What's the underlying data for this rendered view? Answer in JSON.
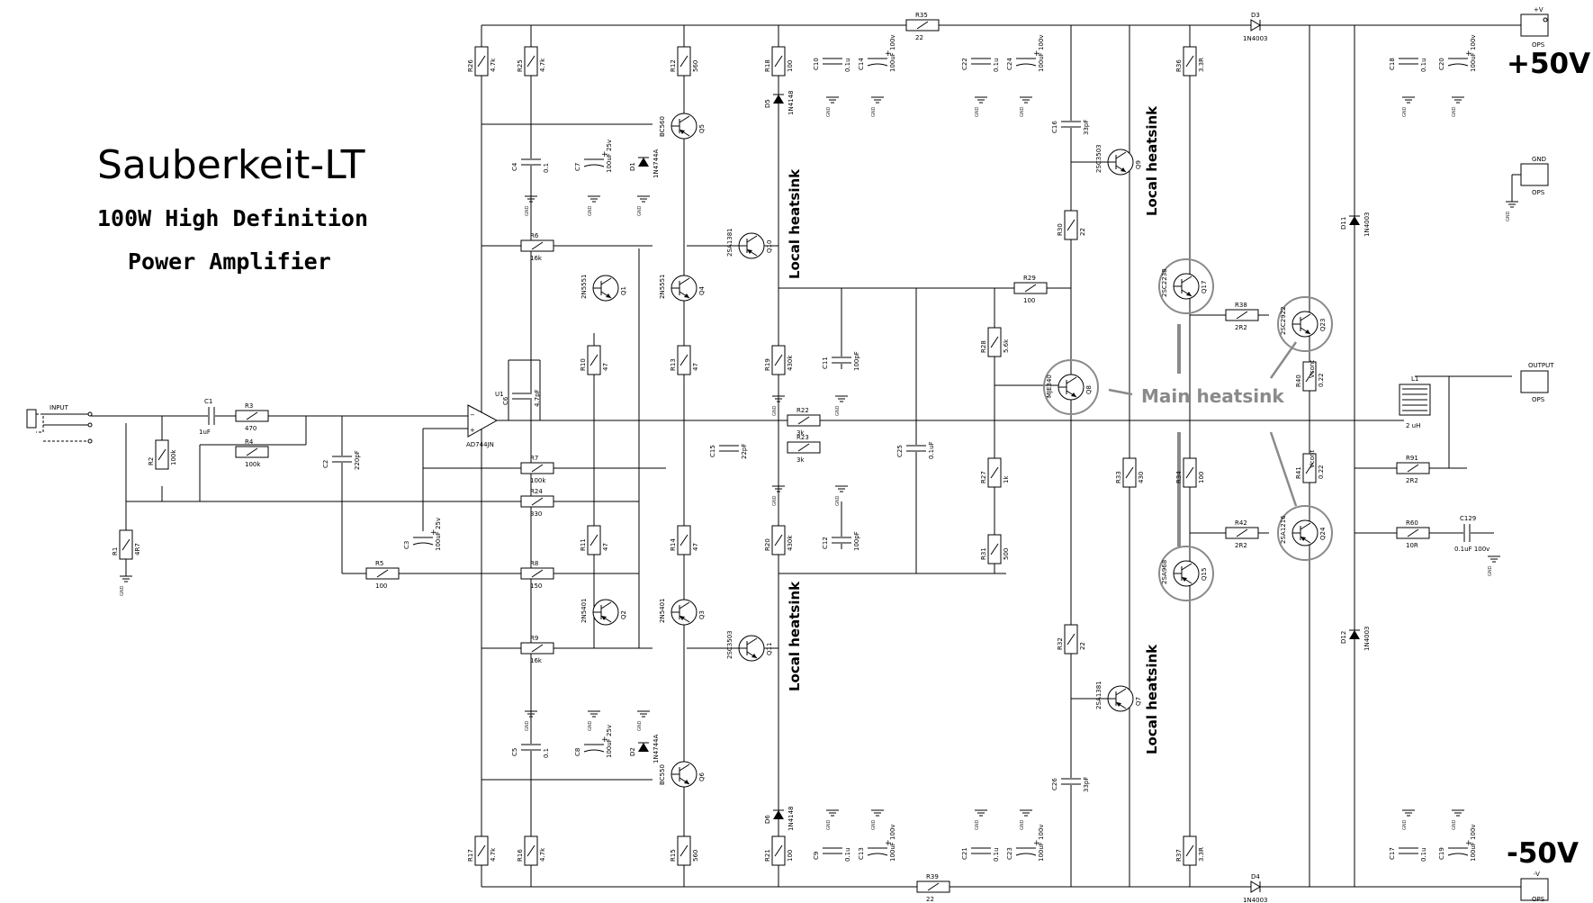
{
  "title": {
    "main": "Sauberkeit-LT",
    "line2": "100W High Definition",
    "line3": "Power Amplifier"
  },
  "rails": {
    "positive": "+50V",
    "negative": "-50V"
  },
  "annotations": {
    "main_heatsink": "Main heatsink",
    "local_heatsink": "Local heatsink"
  },
  "connectors": {
    "input": "INPUT",
    "output": "OUTPUT",
    "vplus": "+V",
    "vminus": "-V",
    "gnd": "GND",
    "part": "OPS"
  },
  "ic": {
    "ref": "U1",
    "part": "AD744JN"
  },
  "inductor": {
    "ref": "L1",
    "value": "2 uH"
  },
  "resistors": {
    "R1": "4R7",
    "R2": "100k",
    "R3": "470",
    "R4": "100k",
    "R5": "100",
    "R6": "16k",
    "R7": "100k",
    "R8": "150",
    "R9": "16k",
    "R10": "47",
    "R11": "47",
    "R12": "560",
    "R13": "47",
    "R14": "47",
    "R15": "560",
    "R16": "4.7k",
    "R17": "4.7k",
    "R18": "100",
    "R19": "430k",
    "R20": "430k",
    "R21": "100",
    "R22": "3k",
    "R23": "3k",
    "R24": "330",
    "R25": "4.7k",
    "R26": "4.7k",
    "R27": "1k",
    "R28": "5.6k",
    "R29": "100",
    "R30": "22",
    "R31": "500",
    "R32": "22",
    "R33": "430",
    "R34": "100",
    "R35": "22",
    "R36": "3.3R",
    "R37": "3.3R",
    "R38": "2R2",
    "R39": "22",
    "R40": "0.22",
    "R41": "0.22",
    "R42": "2R2",
    "R60": "10R",
    "R91": "2R2"
  },
  "capacitors": {
    "C1": "1uF",
    "C2": "220pF",
    "C3": "100uF 25v",
    "C4": "0.1",
    "C5": "0.1",
    "C6": "4.7pF",
    "C7": "100uF 25v",
    "C8": "100uF 25v",
    "C9": "0.1u",
    "C10": "0.1u",
    "C11": "100pF",
    "C12": "100pF",
    "C13": "100uF 100v",
    "C14": "100uF 100v",
    "C15": "22pF",
    "C16": "33pF",
    "C17": "0.1u",
    "C18": "0.1u",
    "C19": "100uF 100v",
    "C20": "100uF 100v",
    "C21": "0.1u",
    "C22": "0.1u",
    "C23": "100uF 100v",
    "C24": "100uF 100v",
    "C25": "0.1uF",
    "C26": "33pF",
    "C129": "0.1uF 100v"
  },
  "diodes": {
    "D1": "1N4744A",
    "D2": "1N4744A",
    "D3": "1N4003",
    "D4": "1N4003",
    "D5": "1N4148",
    "D6": "1N4148",
    "D11": "1N4003",
    "D12": "1N4003"
  },
  "transistors": {
    "Q1": "2N5551",
    "Q2": "2N5401",
    "Q3": "2N5401",
    "Q4": "2N5551",
    "Q5": "BC560",
    "Q6": "BC550",
    "Q7": "2SA1381",
    "Q8": "MJE340",
    "Q9": "2SC3503",
    "Q10": "2SA1381",
    "Q11": "2SC3503",
    "Q15": "2SA968",
    "Q17": "2SC2238",
    "Q23": "2SC2922",
    "Q24": "2SA1216"
  },
  "misc": {
    "vcont": "Vcont",
    "gnd_label": "GND"
  }
}
